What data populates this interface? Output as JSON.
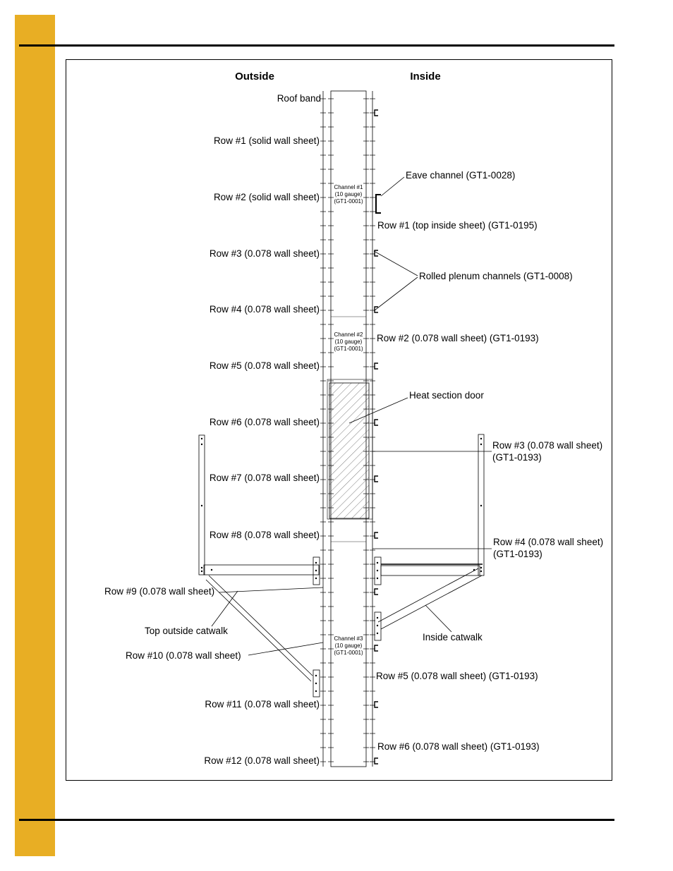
{
  "colors": {
    "tab": "#e8ae24",
    "line": "#000000",
    "hatch": "#444444"
  },
  "headers": {
    "outside": "Outside",
    "inside": "Inside"
  },
  "outside_labels": [
    "Roof band",
    "Row #1 (solid wall sheet)",
    "Row #2 (solid wall sheet)",
    "Row #3 (0.078 wall sheet)",
    "Row #4 (0.078 wall sheet)",
    "Row #5 (0.078 wall sheet)",
    "Row #6 (0.078 wall sheet)",
    "Row #7 (0.078 wall sheet)",
    "Row #8 (0.078 wall sheet)",
    "Row #9 (0.078 wall sheet)",
    "Top outside catwalk",
    "Row #10 (0.078 wall sheet)",
    "Row #11 (0.078 wall sheet)",
    "Row #12 (0.078 wall sheet)"
  ],
  "inside_labels": {
    "eave_channel": "Eave channel (GT1-0028)",
    "row1": "Row #1 (top inside sheet) (GT1-0195)",
    "plenum": "Rolled plenum channels (GT1-0008)",
    "row2": "Row #2 (0.078 wall sheet) (GT1-0193)",
    "heat_door": "Heat section door",
    "row3_line1": "Row #3 (0.078 wall sheet)",
    "row3_line2": "(GT1-0193)",
    "row4_line1": "Row #4 (0.078 wall sheet)",
    "row4_line2": "(GT1-0193)",
    "inside_catwalk": "Inside catwalk",
    "row5": "Row #5 (0.078 wall sheet) (GT1-0193)",
    "row6": "Row #6 (0.078 wall sheet) (GT1-0193)"
  },
  "channels": [
    {
      "line1": "Channel #1",
      "line2": "(10 gauge)",
      "line3": "(GT1-0001)"
    },
    {
      "line1": "Channel #2",
      "line2": "(10 gauge)",
      "line3": "(GT1-0001)"
    },
    {
      "line1": "Channel #3",
      "line2": "(10 gauge)",
      "line3": "(GT1-0001)"
    }
  ]
}
